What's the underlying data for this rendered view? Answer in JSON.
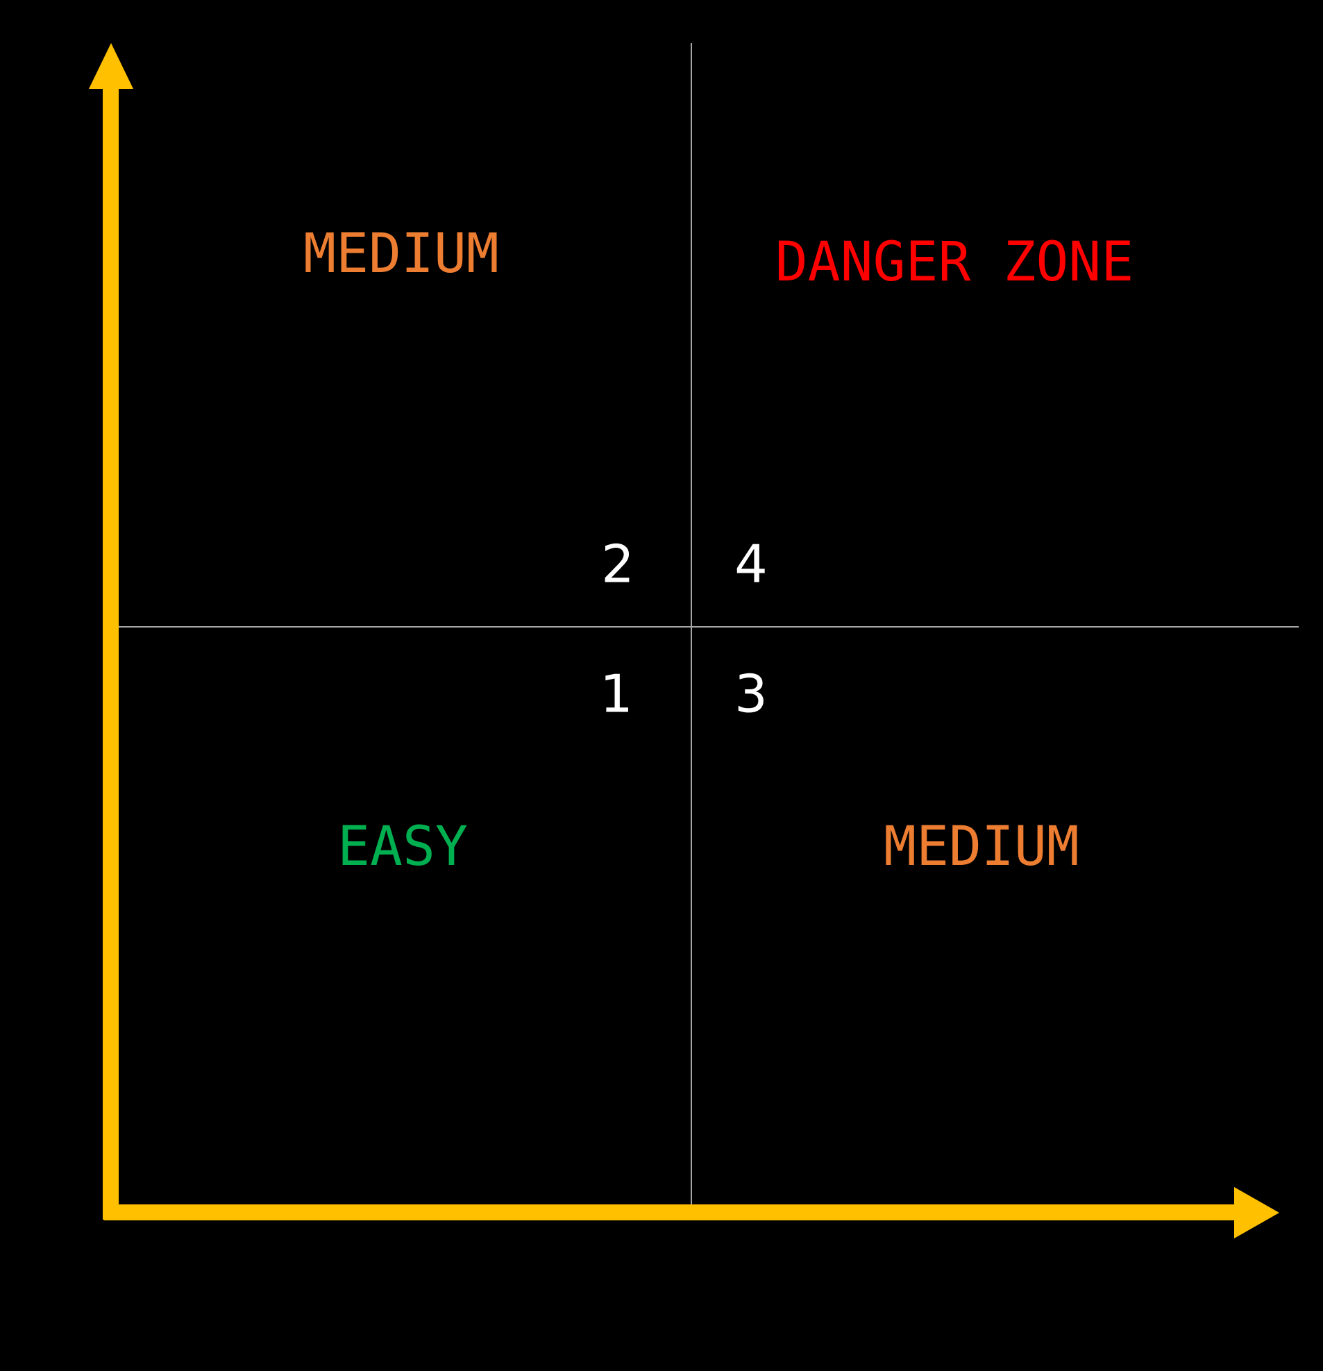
{
  "diagram": {
    "type": "quadrant-matrix",
    "background_color": "#000000",
    "axis_color": "#FFC000",
    "divider_color": "#A6A6A6",
    "number_color": "#FFFFFF",
    "quadrants": [
      {
        "number": "1",
        "position": "bottom-left",
        "label": "EASY",
        "label_color": "#00B050"
      },
      {
        "number": "2",
        "position": "top-left",
        "label": "MEDIUM",
        "label_color": "#ED7D31"
      },
      {
        "number": "3",
        "position": "bottom-right",
        "label": "MEDIUM",
        "label_color": "#ED7D31"
      },
      {
        "number": "4",
        "position": "top-right",
        "label": "DANGER ZONE",
        "label_color": "#FF0000"
      }
    ]
  }
}
